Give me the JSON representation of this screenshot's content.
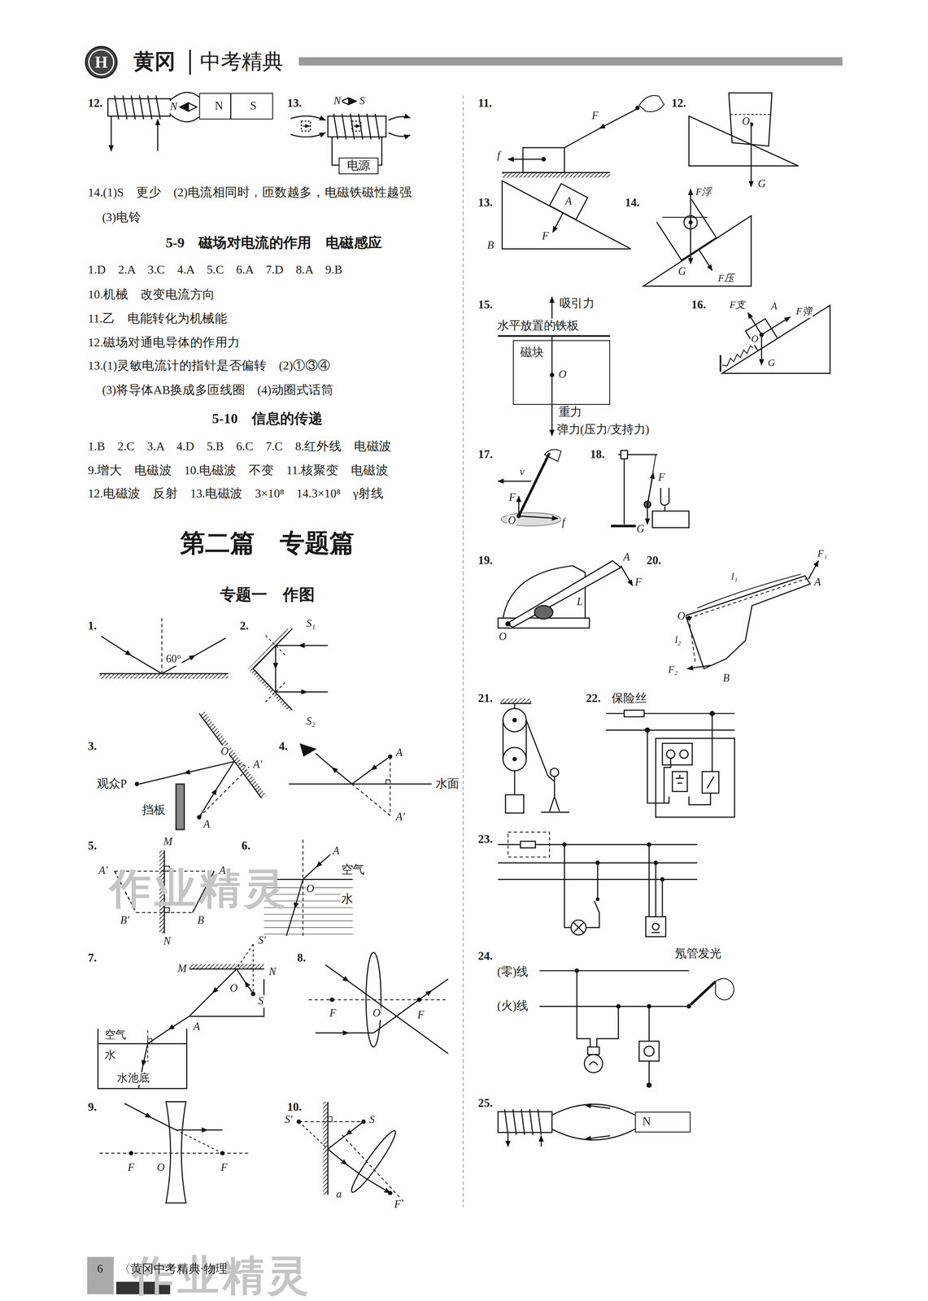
{
  "diagram": {
    "nodes": [
      {
        "text": [
          "N",
          "S"
        ]
      },
      {
        "text": [
          "电源"
        ]
      },
      {
        "text": [
          "磁块"
        ]
      },
      {
        "text": [
          "N"
        ]
      }
    ],
    "labels": [
      "黄冈",
      "中考精典",
      "H",
      "12.",
      "N",
      "13.",
      "N",
      "S",
      "14.(1)S　更少　(2)电流相同时，匝数越多，电磁铁磁性越强",
      "(3)电铃",
      "5-9　磁场对电流的作用　电磁感应",
      "1.D　2.A　3.C　4.A　5.C　6.A　7.D　8.A　9.B",
      "10.机械　改变电流方向",
      "11.乙　电能转化为机械能",
      "12.磁场对通电导体的作用力",
      "13.(1)灵敏电流计的指针是否偏转　(2)①③④",
      "(3)将导体AB换成多匝线圈　(4)动圈式话筒",
      "5-10　信息的传递",
      "1.B　2.C　3.A　4.D　5.B　6.C　7.C　8.红外线　电磁波",
      "9.增大　电磁波　10.电磁波　不变　11.核聚变　电磁波",
      "12.电磁波　反射　13.电磁波　3×10⁸　14.3×10⁸　γ射线",
      "第二篇　专题篇",
      "专题一　作图",
      "1.",
      "60°",
      "2.",
      "S₁",
      "S₂",
      "3.",
      "O",
      "A′",
      "观众P",
      "挡板",
      "A",
      "4.",
      "A",
      "水面",
      "A′",
      "5.",
      "M",
      "A′",
      "A",
      "B′",
      "B",
      "N",
      "6.",
      "A",
      "空气",
      "O",
      "水",
      "7.",
      "M",
      "S′",
      "N",
      "O",
      "S",
      "A",
      "空气",
      "水",
      "水池底",
      "8.",
      "F",
      "O",
      "F",
      "9.",
      "F",
      "O",
      "F",
      "10.",
      "S′",
      "S",
      "a",
      "F",
      "11.",
      "F",
      "f",
      "12.",
      "O",
      "G",
      "13.",
      "A",
      "F",
      "B",
      "14.",
      "F浮",
      "G",
      "F压",
      "15.",
      "吸引力",
      "水平放置的铁板",
      "O",
      "重力",
      "弹力(压力/支持力)",
      "16.",
      "F支",
      "A",
      "F弹",
      "O",
      "G",
      "17.",
      "v",
      "F",
      "O",
      "f",
      "18.",
      "F",
      "G",
      "19.",
      "A",
      "F",
      "L",
      "O",
      "20.",
      "F₁",
      "A",
      "l₁",
      "O",
      "l₂",
      "F₂",
      "B",
      "21.",
      "22.",
      "保险丝",
      "23.",
      "24.",
      "(零)线",
      "(火)线",
      "氖管发光",
      "25.",
      "6",
      "〈黄冈中考精典·物理",
      "作业精灵",
      "作业精灵"
    ]
  }
}
